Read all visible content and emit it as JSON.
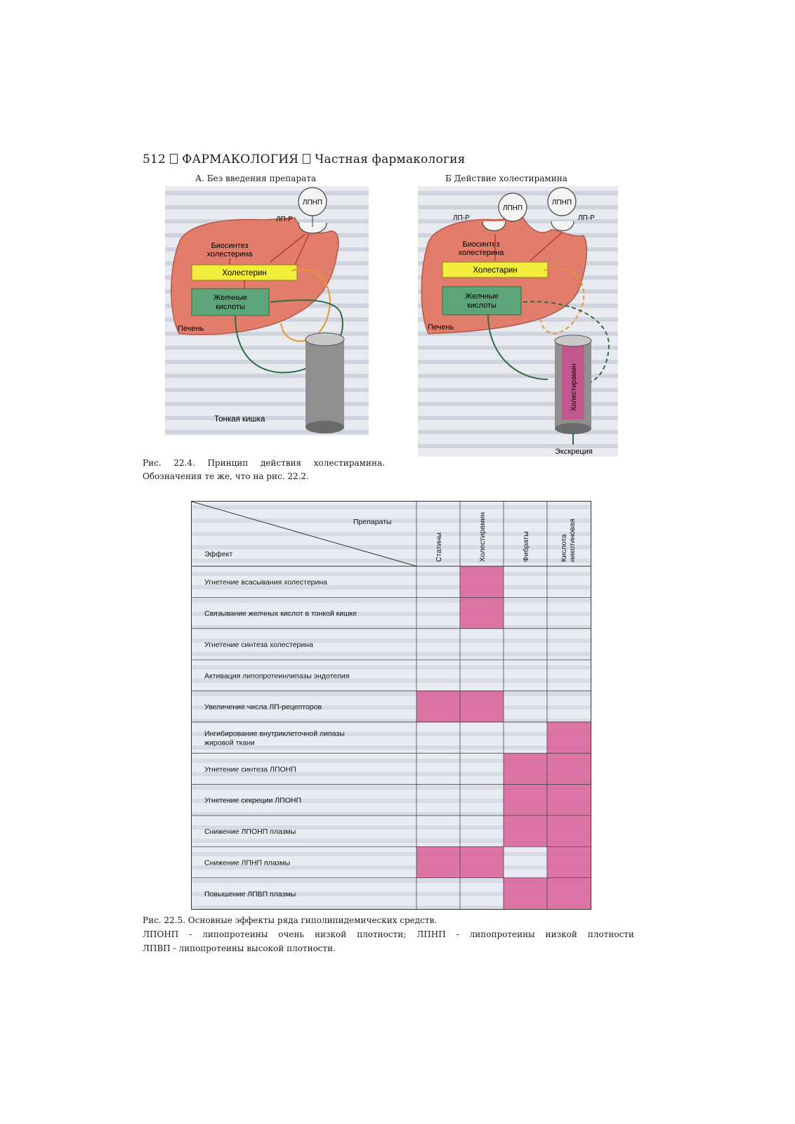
{
  "header": {
    "page_number": "512",
    "book_title": "ФАРМАКОЛОГИЯ",
    "section": "Частная фармакология"
  },
  "figure_22_4": {
    "panel_a": {
      "title": "А. Без введения препарата",
      "ldl": "ЛПНП",
      "receptor": "ЛП-Р",
      "biosynthesis": [
        "Биосинтез",
        "холестерина"
      ],
      "cholesterol": "Холестерин",
      "bile_acids": [
        "Желчные",
        "кислоты"
      ],
      "liver": "Печень",
      "intestine": "Тонкая кишка"
    },
    "panel_b": {
      "title": "Б Действие холестирамина",
      "ldl": "ЛПНП",
      "receptor": "ЛП-Р",
      "biosynthesis": [
        "Биосинтез",
        "холестерина"
      ],
      "cholesterol": "Холестарин",
      "bile_acids": [
        "Желчные",
        "кислоты"
      ],
      "liver": "Печень",
      "drug": "Холестирамин",
      "excretion": "Экскреция"
    },
    "caption_words": [
      "Рис.",
      "22.4.",
      "Принцип",
      "действия",
      "холестирамина."
    ],
    "caption_line2": "Обозначения те же, что на рис. 22.2."
  },
  "figure_22_5": {
    "header_drugs_label": "Препараты",
    "header_effect_label": "Эффект",
    "drugs": [
      "Статины",
      "Холестирамин",
      "Фибраты",
      "Кислота никотиновая"
    ],
    "effects": [
      {
        "label": [
          "Угнетение всасывания холестерина"
        ],
        "active": [
          false,
          true,
          false,
          false
        ]
      },
      {
        "label": [
          "Связывание желчных кислот в тонкой кишке"
        ],
        "active": [
          false,
          true,
          false,
          false
        ]
      },
      {
        "label": [
          "Угнетение синтеза холестерина"
        ],
        "active": [
          false,
          false,
          false,
          false
        ]
      },
      {
        "label": [
          "Активация липопротеинлипазы эндотелия"
        ],
        "active": [
          false,
          false,
          false,
          false
        ]
      },
      {
        "label": [
          "Увеличение числа ЛП-рецепторов"
        ],
        "active": [
          true,
          true,
          false,
          false
        ]
      },
      {
        "label": [
          "Ингибирование внутриклеточной липазы",
          "жировой ткани"
        ],
        "active": [
          false,
          false,
          false,
          true
        ]
      },
      {
        "label": [
          "Угнетение синтеза ЛПОНП"
        ],
        "active": [
          false,
          false,
          true,
          true
        ]
      },
      {
        "label": [
          "Угнетение секреции ЛПОНП"
        ],
        "active": [
          false,
          false,
          true,
          true
        ]
      },
      {
        "label": [
          "Снижение ЛПОНП плазмы"
        ],
        "active": [
          false,
          false,
          true,
          true
        ]
      },
      {
        "label": [
          "Снижение ЛПНП плазмы"
        ],
        "active": [
          true,
          true,
          false,
          true
        ]
      },
      {
        "label": [
          "Повышение  ЛПВП плазмы"
        ],
        "active": [
          false,
          false,
          true,
          true
        ]
      }
    ],
    "active_color": "#d9649a",
    "caption_line1": "Рис. 22.5. Основные эффекты ряда гиполипидемических средств.",
    "caption_line2_words": [
      "ЛПОНП",
      "-",
      "липопротеины",
      "очень",
      "низкой",
      "плотности;",
      "ЛПНП",
      "-",
      "липопротеины",
      "низкой",
      "плотности"
    ],
    "caption_line3": "ЛПВП - липопротеины высокой плотности."
  }
}
